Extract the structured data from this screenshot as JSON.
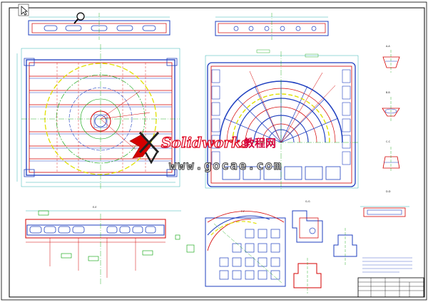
{
  "watermark": {
    "brand": "Solidworks",
    "brand_cn": "教程网",
    "url": "www.gocae.com"
  },
  "sections": {
    "a": "A-A",
    "b": "B-B",
    "c": "C-C",
    "d": "D-D",
    "e": "E-E",
    "f": "F-F",
    "g": "G-G"
  },
  "colors": {
    "outline": "#d40000",
    "dimension": "#00a0a0",
    "centerline": "#00a000",
    "hatch": "#1f3fbf",
    "highlight": "#e0e000",
    "frame": "#000000"
  },
  "icons": {
    "cursor": "arrow-cursor-icon",
    "zoom": "magnifier-icon"
  }
}
